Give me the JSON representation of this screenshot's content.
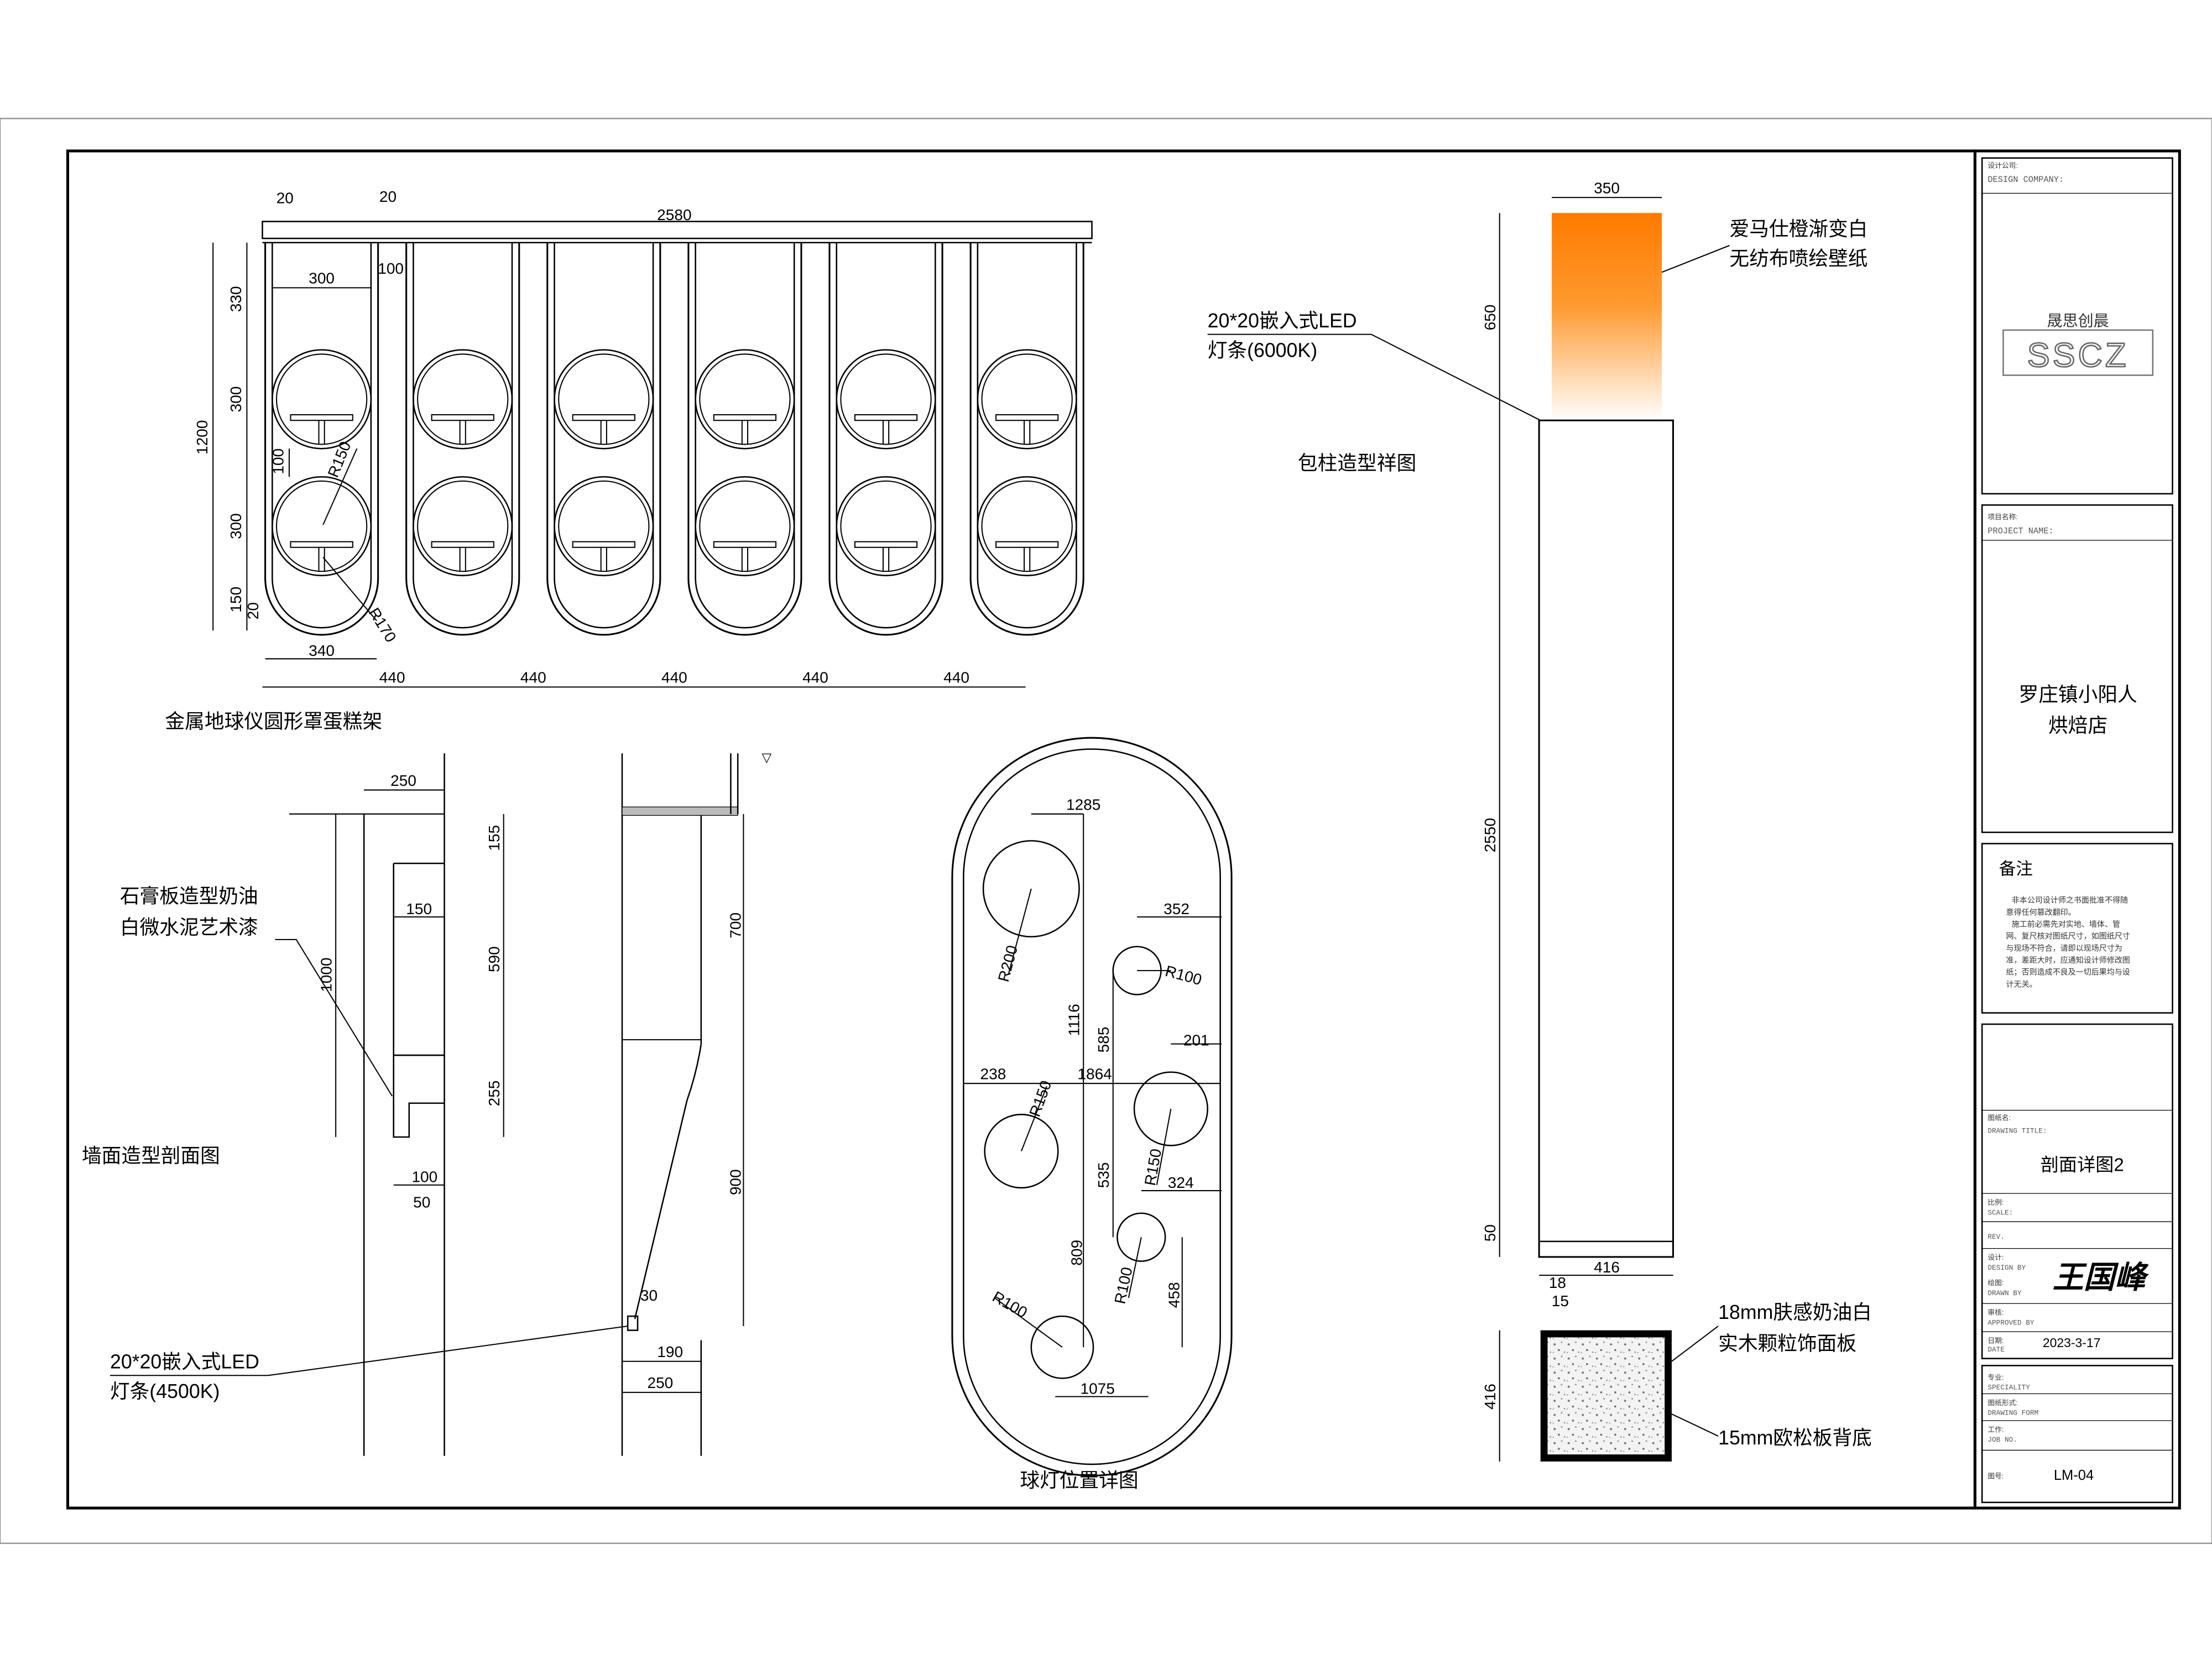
{
  "rack": {
    "title": "金属地球仪圆形罩蛋糕架",
    "dims": {
      "top_width": "2580",
      "left_20a": "20",
      "left_20b": "20",
      "width_300": "300",
      "gap_100": "100",
      "h330": "330",
      "h300a": "300",
      "h300b": "300",
      "h150": "150",
      "h20": "20",
      "h100": "100",
      "total_h": "1200",
      "r150": "R150",
      "r170": "R170",
      "w340": "340",
      "spacing": [
        "440",
        "440",
        "440",
        "440",
        "440"
      ]
    }
  },
  "wall": {
    "title": "墙面造型剖面图",
    "note1": [
      "石膏板造型奶油",
      "白微水泥艺术漆"
    ],
    "note2": [
      "20*20嵌入式LED",
      "灯条(4500K)"
    ],
    "dims": {
      "w250": "250",
      "w150": "150",
      "h1000": "1000",
      "h155": "155",
      "h590": "590",
      "h255": "255",
      "w100": "100",
      "w50": "50",
      "h700": "700",
      "h900": "900",
      "w30": "30",
      "w190": "190",
      "w250b": "250"
    }
  },
  "ball": {
    "title": "球灯位置详图",
    "dims": {
      "d1285": "1285",
      "d352": "352",
      "r200": "R200",
      "r100a": "R100",
      "d1116": "1116",
      "d585": "585",
      "d201": "201",
      "d238": "238",
      "d1864": "1864",
      "r150a": "R150",
      "d535": "535",
      "r150b": "R150",
      "d324": "324",
      "d809": "809",
      "r100b": "R100",
      "d458": "458",
      "r100c": "R100",
      "d1075": "1075"
    }
  },
  "column": {
    "title": "包柱造型祥图",
    "note_top": [
      "爱马仕橙渐变白",
      "无纺布喷绘壁纸"
    ],
    "note_led": [
      "20*20嵌入式LED",
      "灯条(6000K)"
    ],
    "note_board": [
      "18mm肤感奶油白",
      "实木颗粒饰面板"
    ],
    "note_osb": "15mm欧松板背底",
    "dims": {
      "w350": "350",
      "h650": "650",
      "h2550": "2550",
      "h50": "50",
      "w416": "416",
      "d18": "18",
      "d15": "15",
      "h416": "416"
    },
    "colors": {
      "orange": "#ff7a00",
      "white": "#ffffff"
    }
  },
  "title_block": {
    "design_company_label": "设计公司:",
    "design_company_en": "DESIGN COMPANY:",
    "logo_cn": "晟思创晨",
    "logo_en": "SSCZ",
    "project_label": "项目名称:",
    "project_label_en": "PROJECT NAME:",
    "project_name": [
      "罗庄镇小阳人",
      "烘焙店"
    ],
    "notes_title": "备注",
    "notes_text": [
      "非本公司设计师之书面批准不得随",
      "意得任何篡改翻印。",
      "施工前必需先对实地、墙体、管",
      "网、复尺核对图纸尺寸，如图纸尺寸",
      "与现场不符合，请即以现场尺寸为",
      "准，差距大时，应通知设计师修改图",
      "纸；否则造成不良及一切后果均与设",
      "计无关。"
    ],
    "drawing_title_label": "图纸名:",
    "drawing_title_label_en": "DRAWING TITLE:",
    "drawing_title": "剖面详图2",
    "scale_label": "比例:",
    "scale_label_en": "SCALE:",
    "rev_label": "REV.",
    "design_label": "设计:",
    "design_label_en": "DESIGN BY",
    "drawn_label": "绘图:",
    "drawn_label_en": "DRAWN BY",
    "signature": "王国峰",
    "approved_label": "审核:",
    "approved_label_en": "APPROVED BY",
    "date_label": "日期:",
    "date_label_en": "DATE",
    "date": "2023-3-17",
    "specialty_label": "专业:",
    "specialty_label_en": "SPECIALITY",
    "form_label": "图纸形式:",
    "form_label_en": "DRAWING FORM",
    "job_label": "工作:",
    "job_label_en": "JOB NO.",
    "drawing_no_label": "图号:",
    "drawing_no": "LM-04"
  }
}
